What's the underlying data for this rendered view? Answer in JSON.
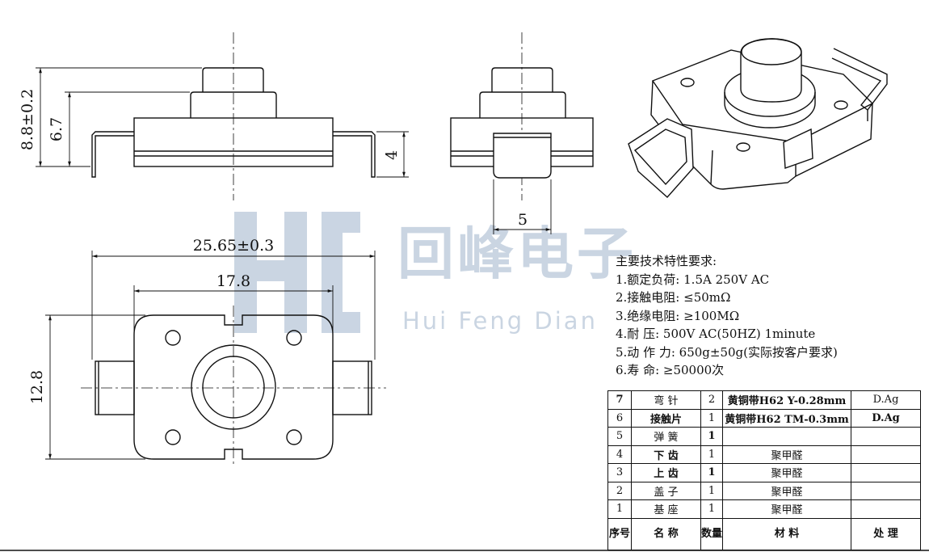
{
  "watermark": {
    "company_cn": "回峰电子",
    "company_en": "Hui Feng Dian"
  },
  "dimensions": {
    "total_height": "8.8±0.2",
    "body_height": "6.7",
    "leg_height": "4",
    "tab_width": "5",
    "overall_length": "25.65±0.3",
    "body_length": "17.8",
    "body_width": "12.8"
  },
  "specs": {
    "title": "主要技术特性要求:",
    "items": [
      "1.额定负荷: 1.5A 250V AC",
      "2.接触电阻: ≤50mΩ",
      "3.绝缘电阻: ≥100MΩ",
      "4.耐    压: 500V AC(50HZ) 1minute",
      "5.动 作 力: 650g±50g(实际按客户要求)",
      "6.寿    命: ≥50000次"
    ]
  },
  "bom": {
    "rows": [
      {
        "no": "7",
        "name": "弯 针",
        "qty": "2",
        "material": "黄铜带H62 Y-0.28mm",
        "process": "D.Ag"
      },
      {
        "no": "6",
        "name": "接触片",
        "qty": "1",
        "material": "黄铜带H62 TM-0.3mm",
        "process": "D.Ag"
      },
      {
        "no": "5",
        "name": "弹 簧",
        "qty": "1",
        "material": "",
        "process": ""
      },
      {
        "no": "4",
        "name": "下 齿",
        "qty": "1",
        "material": "聚甲醛",
        "process": ""
      },
      {
        "no": "3",
        "name": "上 齿",
        "qty": "1",
        "material": "聚甲醛",
        "process": ""
      },
      {
        "no": "2",
        "name": "盖 子",
        "qty": "1",
        "material": "聚甲醛",
        "process": ""
      },
      {
        "no": "1",
        "name": "基 座",
        "qty": "1",
        "material": "聚甲醛",
        "process": ""
      }
    ],
    "header": {
      "no": "序号",
      "name": "名   称",
      "qty": "数量",
      "material": "材    料",
      "process": "处    理"
    }
  }
}
